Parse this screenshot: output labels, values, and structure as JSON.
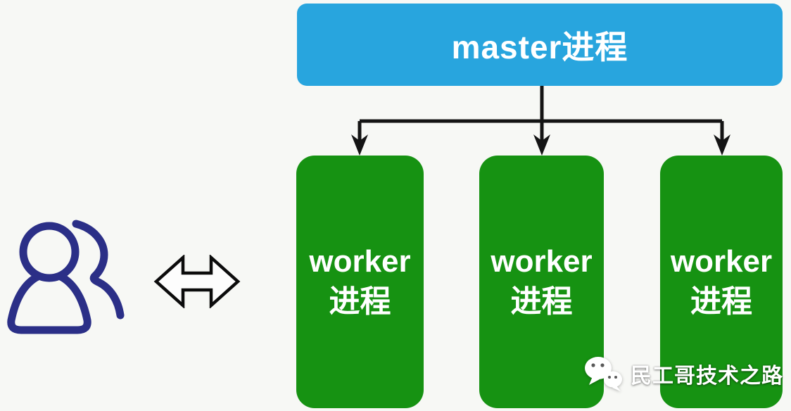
{
  "diagram": {
    "master": {
      "label": "master进程"
    },
    "workers": [
      {
        "line1": "worker",
        "line2": "进程"
      },
      {
        "line1": "worker",
        "line2": "进程"
      },
      {
        "line1": "worker",
        "line2": "进程"
      }
    ]
  },
  "watermark": {
    "text": "民工哥技术之路",
    "icon": "wechat-icon"
  },
  "colors": {
    "master_blue": "#28a5de",
    "worker_green": "#169212",
    "connector_black": "#141414",
    "user_icon_navy": "#2b2f87",
    "arrow_outline": "#0c0c0c",
    "arrow_fill": "#fdfdfd",
    "text_white": "#ffffff",
    "background": "#f7f8f5",
    "watermark_white": "#ffffff"
  }
}
